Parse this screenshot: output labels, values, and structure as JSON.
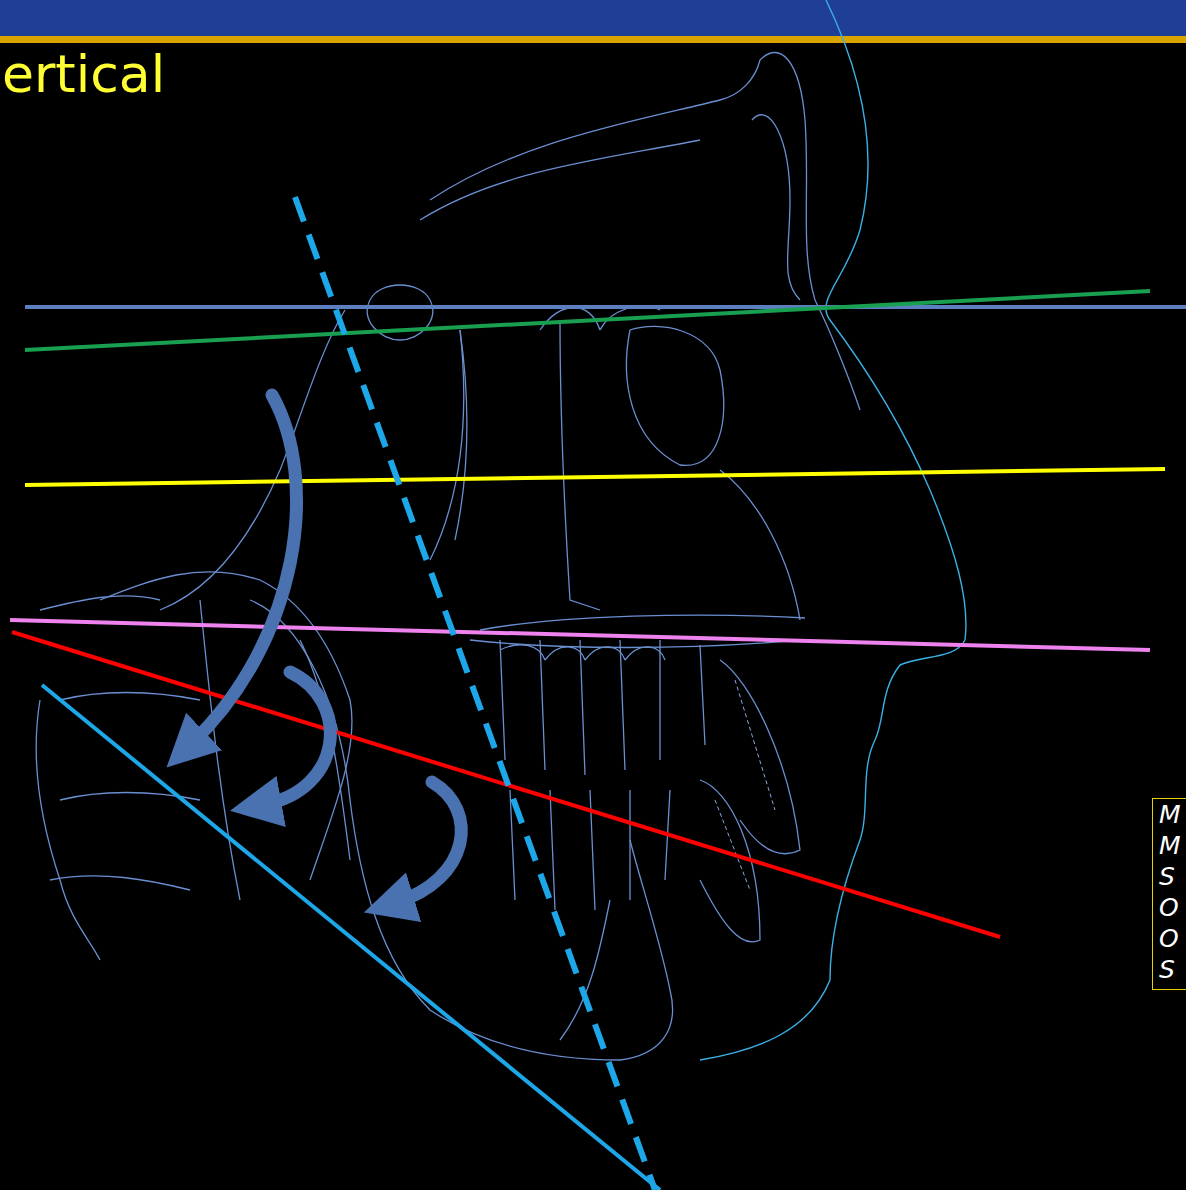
{
  "diagram": {
    "title": "ertical",
    "nodes": [
      {
        "text": [
          "M",
          "M",
          "S",
          "O",
          "O",
          "S"
        ]
      }
    ]
  }
}
